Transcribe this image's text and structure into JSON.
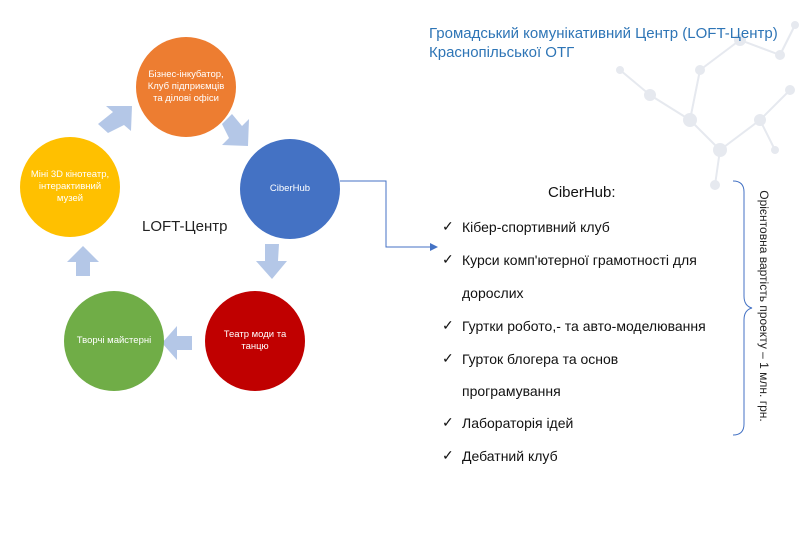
{
  "header": {
    "line1": "Громадський комунікативний Центр (LOFT-Центр)",
    "line2": "Краснопільської ОТГ"
  },
  "cycle": {
    "center_label": "LOFT-Центр",
    "nodes": {
      "top": "Бізнес-інкубатор, Клуб підприємців та ділові офіси",
      "right": "CiberHub",
      "bottom_right": "Театр моди та танцю",
      "bottom_left": "Творчі майстерні",
      "left": "Міні 3D кінотеатр, інтерактивний музей"
    },
    "colors": {
      "top": "#ed7d31",
      "right": "#4472c4",
      "bottom_right": "#c00000",
      "bottom_left": "#70ad47",
      "left": "#ffc000",
      "arrows": "#b4c7e7"
    }
  },
  "list": {
    "title": "CiberHub:",
    "items": [
      "Кібер-спортивний клуб",
      "Курси комп'ютерної грамотності для",
      "дорослих",
      "Гуртки робото,- та авто-моделювання",
      "Гурток блогера та основ",
      "програмування",
      "Лабораторія ідей",
      "Дебатний клуб"
    ],
    "check_symbol": "✓"
  },
  "cost_note": "Орієнтовна вартість проекту – 1 млн. грн."
}
